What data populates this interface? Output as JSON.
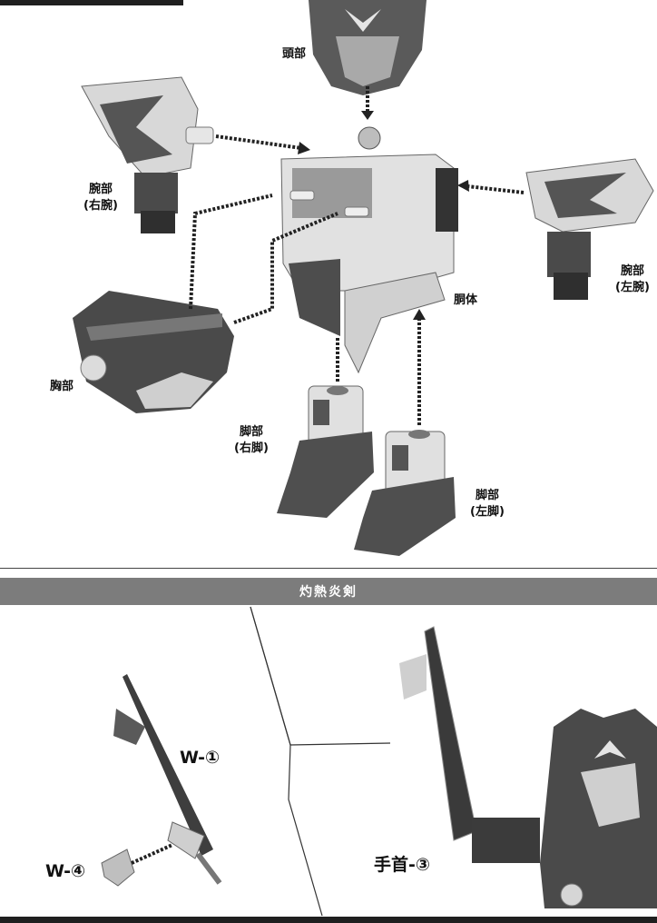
{
  "labels": {
    "head": "頭部",
    "right_arm": "腕部",
    "right_arm_sub": "(右腕)",
    "left_arm": "腕部",
    "left_arm_sub": "(左腕)",
    "body": "胴体",
    "chest": "胸部",
    "right_leg": "脚部",
    "right_leg_sub": "(右脚)",
    "left_leg": "脚部",
    "left_leg_sub": "(左脚)"
  },
  "section": {
    "title": "灼熱炎剣"
  },
  "parts": {
    "w1": "W-①",
    "w4": "W-④",
    "wrist3": "手首-③"
  }
}
